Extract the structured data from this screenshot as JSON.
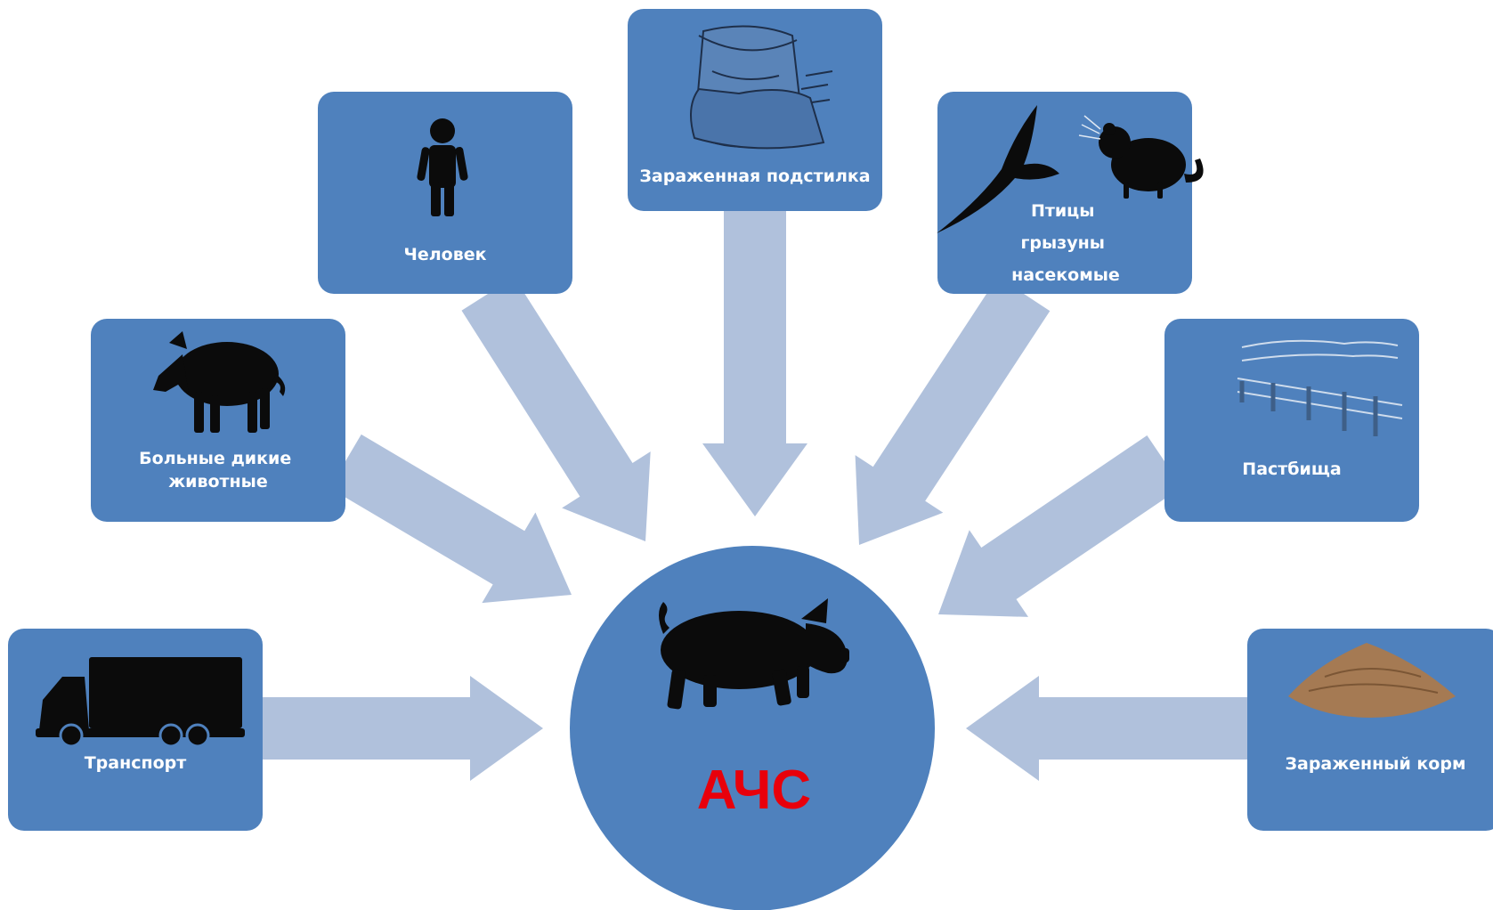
{
  "colors": {
    "box_fill": "#4F81BD",
    "arrow_fill": "#B0C1DC",
    "icon_fill": "#0b0b0b",
    "label_color": "#ffffff",
    "center_label_color": "#E8000B"
  },
  "center": {
    "label": "АЧС",
    "icon": "pig-icon"
  },
  "sources": [
    {
      "id": "transport",
      "label_lines": [
        "Транспорт"
      ],
      "icon": "truck-icon"
    },
    {
      "id": "wild-animals",
      "label_lines": [
        "Больные дикие",
        "животные"
      ],
      "icon": "boar-icon"
    },
    {
      "id": "human",
      "label_lines": [
        "Человек"
      ],
      "icon": "person-icon"
    },
    {
      "id": "bedding",
      "label_lines": [
        "Зараженная подстилка"
      ],
      "icon": "bedding-sack-icon"
    },
    {
      "id": "birds-rodents-insects",
      "label_lines": [
        "Птицы",
        "грызуны",
        "насекомые"
      ],
      "icon": "bird-rat-icon"
    },
    {
      "id": "pasture",
      "label_lines": [
        "Пастбища"
      ],
      "icon": "fence-icon"
    },
    {
      "id": "feed",
      "label_lines": [
        "Зараженный корм"
      ],
      "icon": "feed-pile-icon"
    }
  ]
}
